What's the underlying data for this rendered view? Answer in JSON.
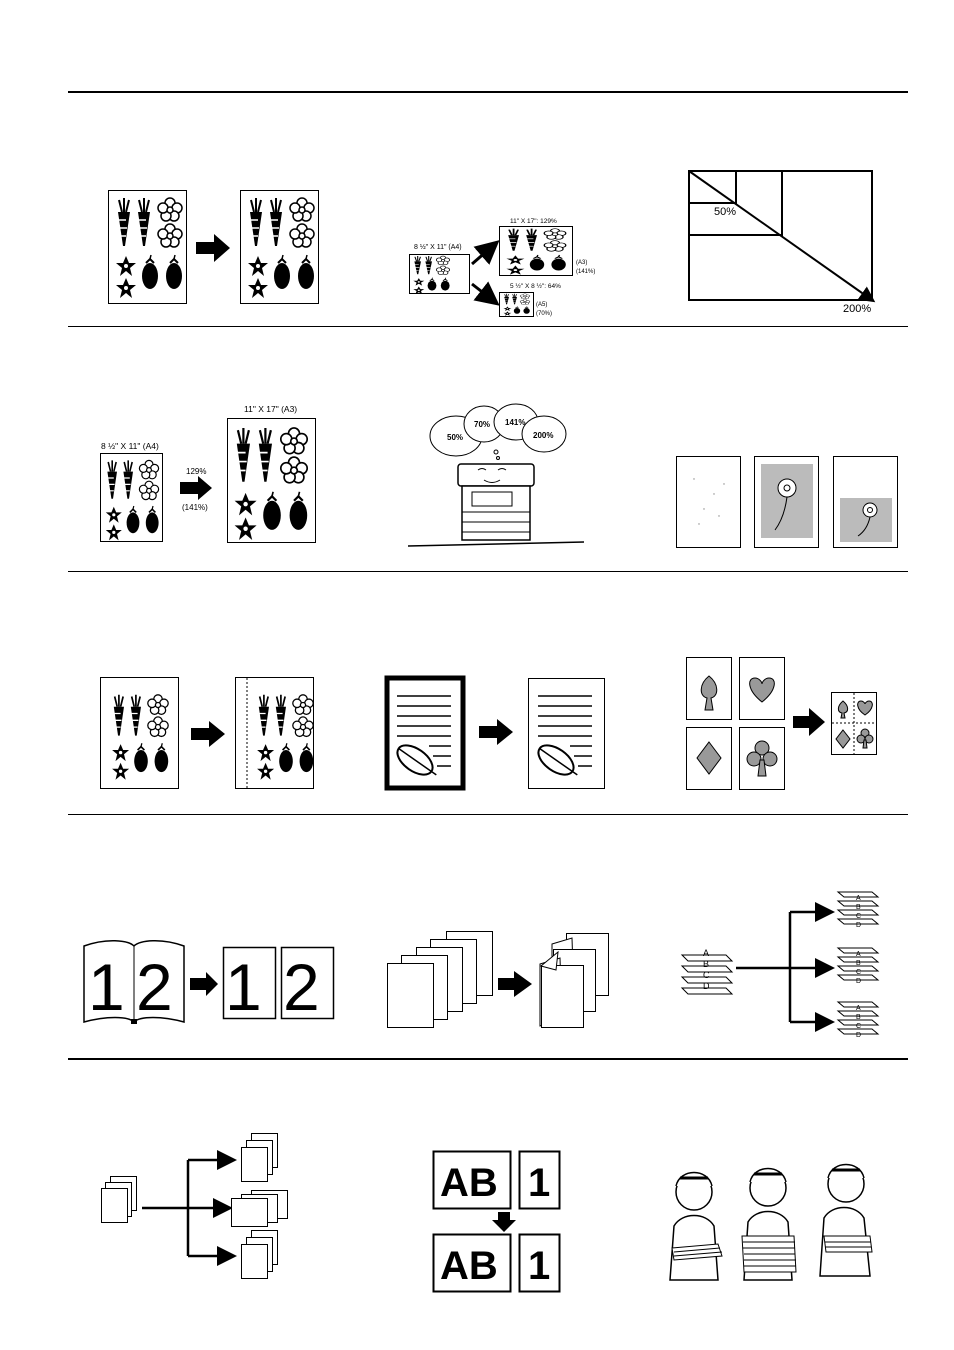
{
  "row1": {
    "zoom_sizes": {
      "source_label": "8 ½\" X 11\" (A4)",
      "up_label": "11\" X 17\": 129%",
      "up_alt": "(A3)",
      "up_alt_pct": "(141%)",
      "down_label": "5 ½\" X 8 ½\": 64%",
      "down_alt": "(A5)",
      "down_alt_pct": "(70%)"
    },
    "zoom_range": {
      "min": "50%",
      "max": "200%"
    }
  },
  "row2": {
    "auto_zoom": {
      "source_label": "8 ½\" X 11\" (A4)",
      "target_label": "11\" X 17\" (A3)",
      "pct": "129%",
      "pct_alt": "(141%)"
    },
    "preset_zoom_bubbles": [
      "50%",
      "70%",
      "141%",
      "200%"
    ]
  },
  "row4": {
    "book_pages": [
      "1",
      "2"
    ],
    "sort_pages": [
      "A",
      "B",
      "C",
      "D"
    ]
  },
  "row5": {
    "combine_left": "AB",
    "combine_right": "1"
  }
}
